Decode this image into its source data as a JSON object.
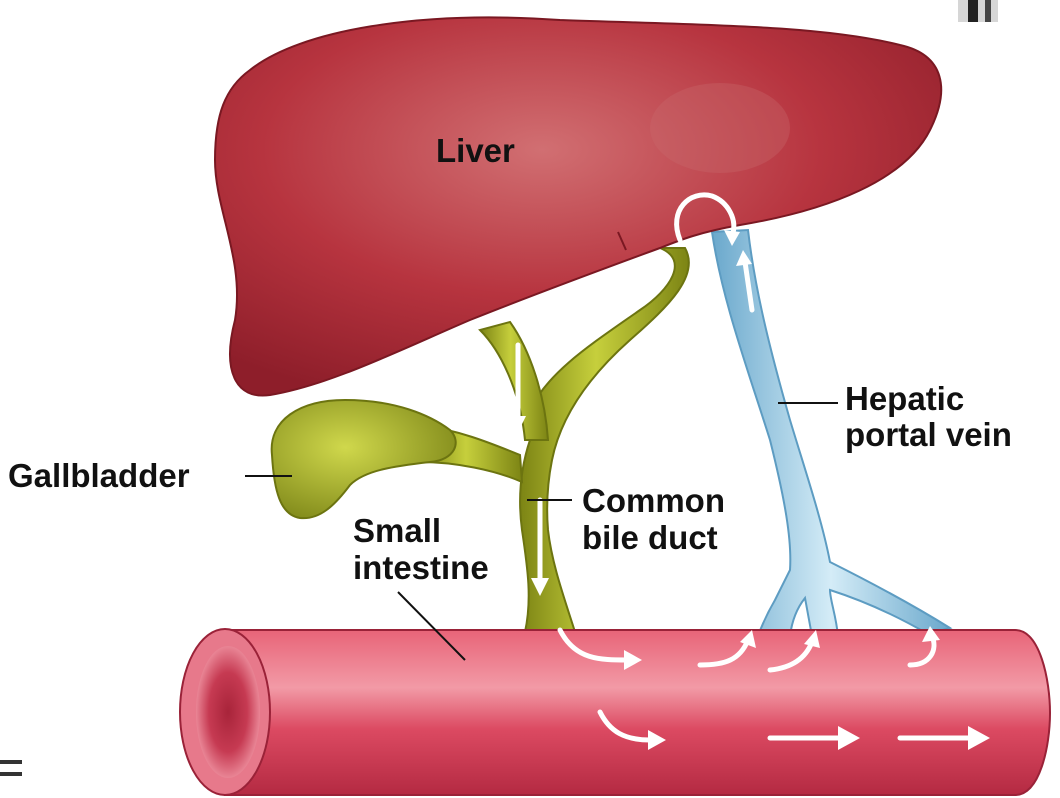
{
  "labels": {
    "liver": "Liver",
    "gallbladder": "Gallbladder",
    "hepatic_portal_vein_line1": "Hepatic",
    "hepatic_portal_vein_line2": "portal vein",
    "common_bile_duct_line1": "Common",
    "common_bile_duct_line2": "bile duct",
    "small_intestine_line1": "Small",
    "small_intestine_line2": "intestine"
  },
  "colors": {
    "liver": "#b5343e",
    "liver_highlight": "#cf6a6e",
    "bile": "#a9b523",
    "bile_dark": "#7c8414",
    "vein": "#9fcde6",
    "vein_dark": "#6aa8cc",
    "intestine": "#d9485f",
    "intestine_highlight": "#f08a98",
    "intestine_lumen": "#b02a40",
    "flow_arrows": "#ffffff"
  }
}
